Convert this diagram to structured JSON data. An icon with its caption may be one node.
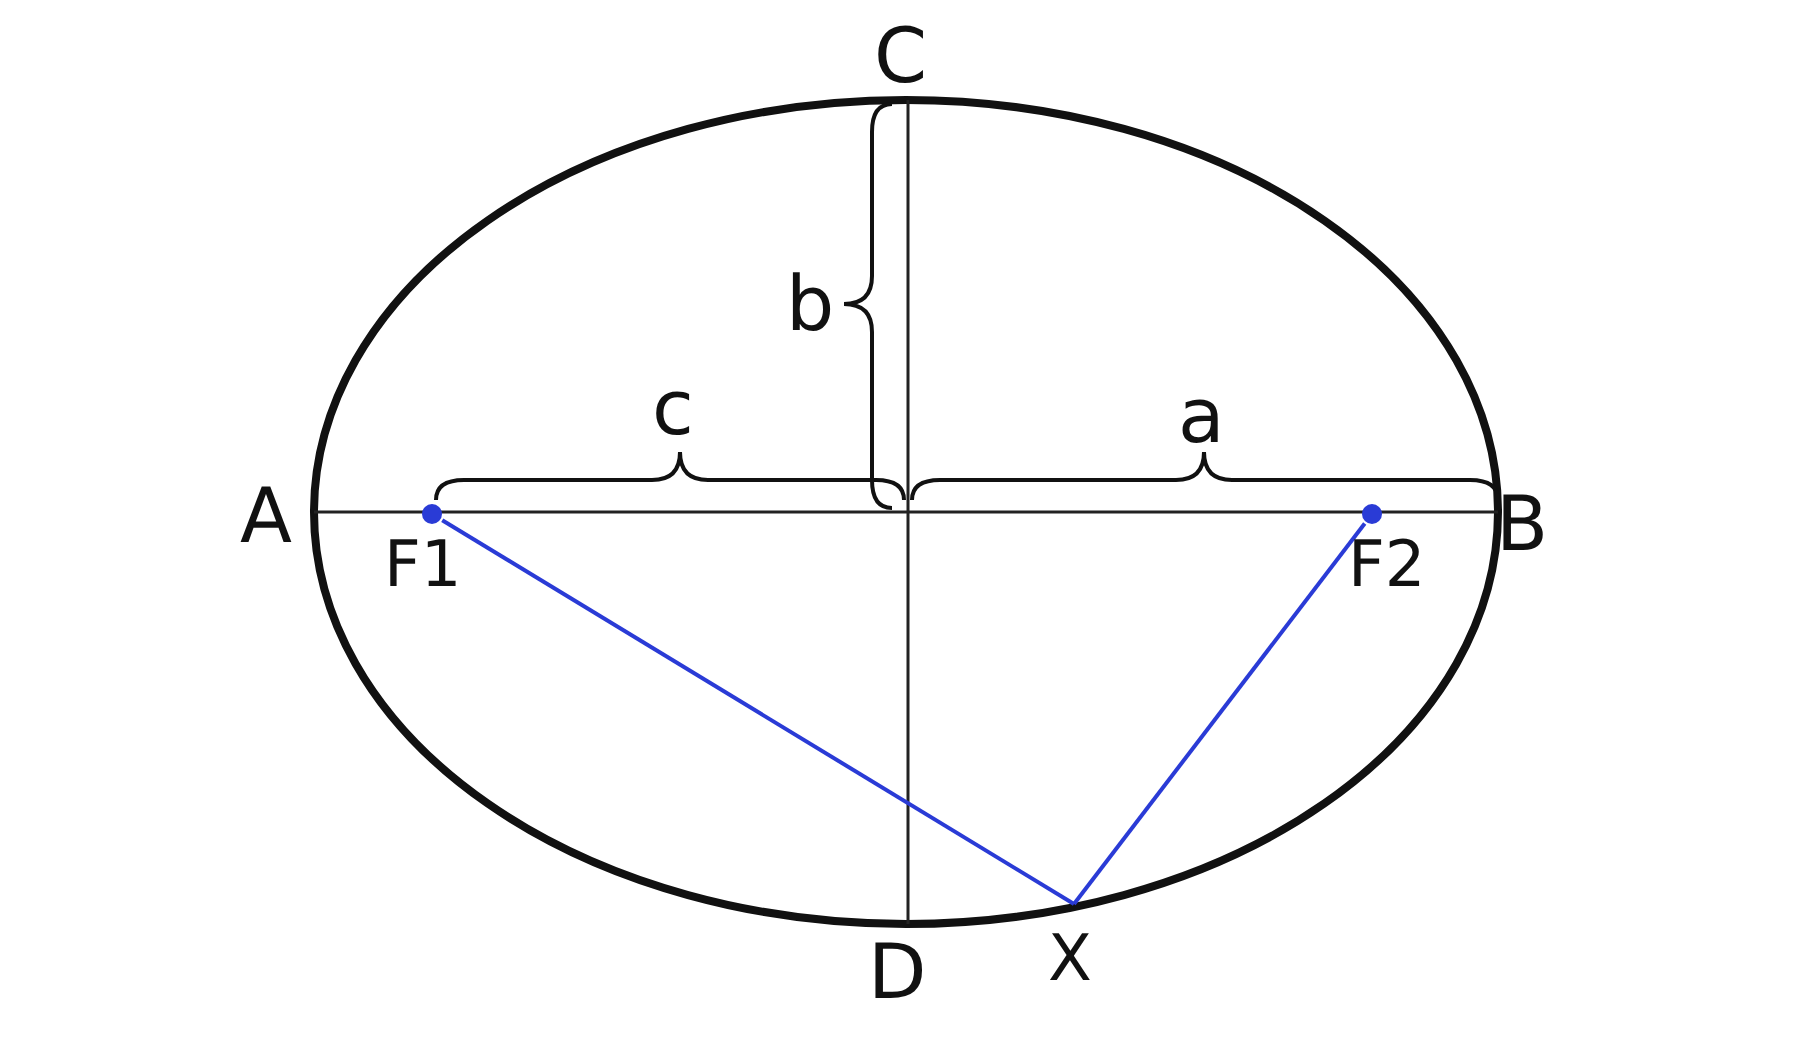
{
  "diagram": {
    "nodes": [
      {
        "text": [
          "F1"
        ]
      },
      {
        "text": [
          "F2"
        ]
      },
      {
        "text": [
          "X"
        ]
      }
    ],
    "edges": [
      {
        "from": 0,
        "to": 2,
        "arrow": "none"
      },
      {
        "from": 1,
        "to": 2,
        "arrow": "none"
      }
    ],
    "labels": [
      "C",
      "b",
      "c",
      "a",
      "A",
      "B",
      "D"
    ]
  }
}
